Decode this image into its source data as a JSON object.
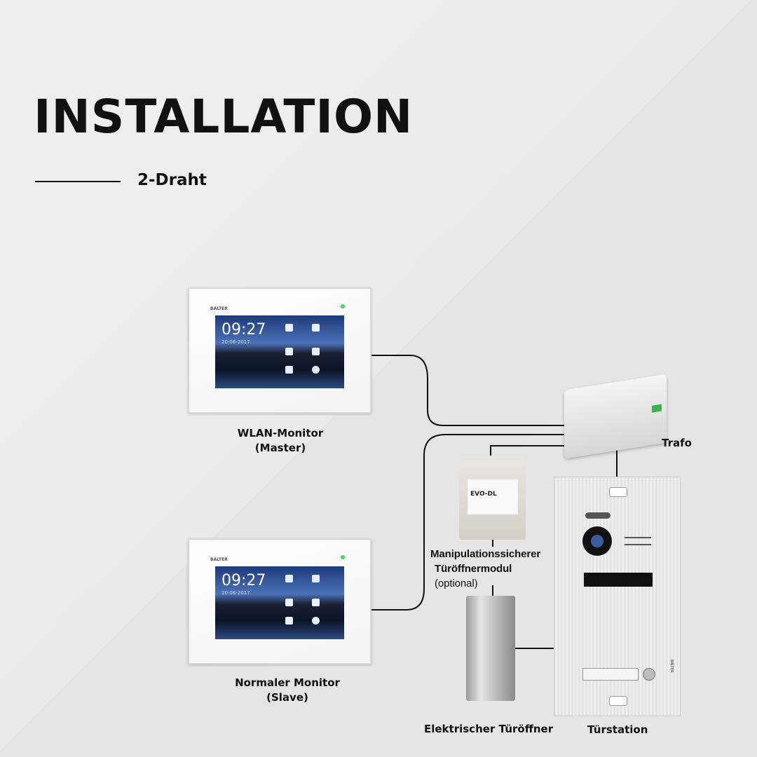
{
  "header": {
    "title": "INSTALLATION",
    "subtitle": "2-Draht"
  },
  "devices": {
    "master": {
      "label_line1": "WLAN-Monitor",
      "label_line2": "(Master)",
      "screen_time": "09:27",
      "screen_date": "20-06-2017",
      "brand": "BALTER"
    },
    "slave": {
      "label_line1": "Normaler Monitor",
      "label_line2": "(Slave)",
      "screen_time": "09:27",
      "screen_date": "20-06-2017",
      "brand": "BALTER"
    },
    "trafo": {
      "label": "Trafo"
    },
    "module": {
      "label_line1": "Manipulationssicherer",
      "label_line2": "Türöffnermodul",
      "label_line3": "(optional)",
      "device_text": "EVO-DL"
    },
    "opener": {
      "label": "Elektrischer Türöffner"
    },
    "station": {
      "label": "Türstation",
      "brand": "BALTER"
    }
  },
  "colors": {
    "wire": "#111111",
    "led": "#3fd66a"
  }
}
